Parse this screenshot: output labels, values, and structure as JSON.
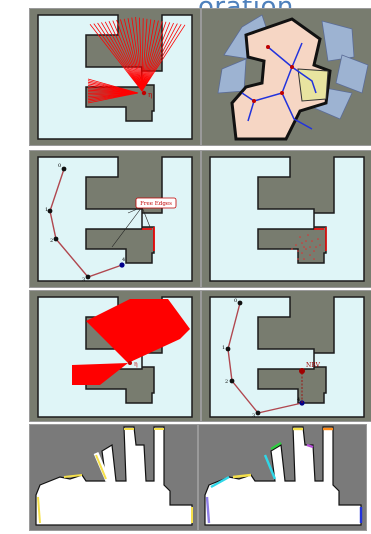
{
  "heading": {
    "title_fragment": "oration"
  },
  "panels": {
    "p1": {
      "robot_label": "η"
    },
    "p3": {
      "callout": "Free Edges",
      "waypoints": [
        "0",
        "1",
        "2",
        "3",
        "4"
      ]
    },
    "p5": {
      "robot_label": "η"
    },
    "p6": {
      "waypoints": [
        "0",
        "1",
        "2",
        "3",
        "4"
      ],
      "nbv_label": "NBV"
    }
  },
  "colors": {
    "title": "#4f81bd",
    "free_space": "#dff5f7",
    "background_gray": "#787c6f",
    "rays": "#ff0000",
    "path": "#b0474f",
    "nbv_marker": "#a00000",
    "goal_marker": "#00008b",
    "frontier_yellow": "#f5e04a",
    "frontier_cyan": "#2fd7e8",
    "frontier_purple": "#8f7fe8"
  }
}
